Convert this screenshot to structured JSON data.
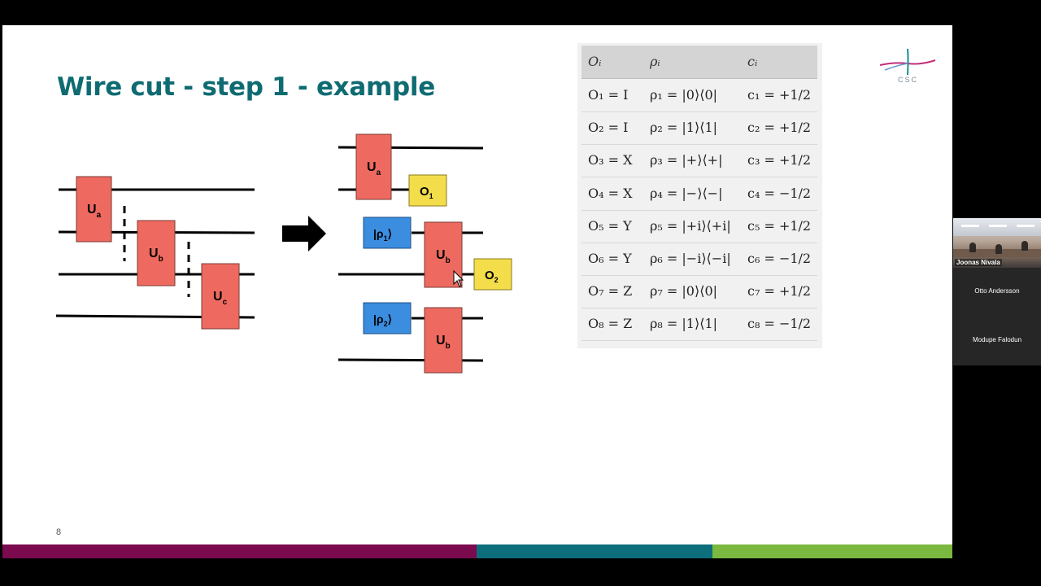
{
  "slide": {
    "title": "Wire cut - step 1 - example",
    "page_number": "8",
    "bottom_bar_colors": [
      "#7b0a4f",
      "#0d6e7c",
      "#7ab840"
    ]
  },
  "logo": {
    "text": "CSC"
  },
  "circuit": {
    "left": {
      "gate_a": {
        "main": "U",
        "sub": "a"
      },
      "gate_b": {
        "main": "U",
        "sub": "b"
      },
      "gate_c": {
        "main": "U",
        "sub": "c"
      }
    },
    "right": {
      "gate_a": {
        "main": "U",
        "sub": "a"
      },
      "obs_1": {
        "main": "O",
        "sub": "1"
      },
      "rho_1": {
        "pre": "|ρ",
        "sub": "1",
        "post": "⟩"
      },
      "gate_b1": {
        "main": "U",
        "sub": "b"
      },
      "obs_2": {
        "main": "O",
        "sub": "2"
      },
      "rho_2": {
        "pre": "|ρ",
        "sub": "2",
        "post": "⟩"
      },
      "gate_b2": {
        "main": "U",
        "sub": "b"
      }
    },
    "colors": {
      "gate": "#ee6a60",
      "state": "#3b8de0",
      "observable": "#f3dd4a"
    }
  },
  "table": {
    "headers": [
      "Oᵢ",
      "ρᵢ",
      "cᵢ"
    ],
    "rows": [
      [
        "O₁ = I",
        "ρ₁ = |0⟩⟨0|",
        "c₁ = +1/2"
      ],
      [
        "O₂ = I",
        "ρ₂ = |1⟩⟨1|",
        "c₂ = +1/2"
      ],
      [
        "O₃ = X",
        "ρ₃ = |+⟩⟨+|",
        "c₃ = +1/2"
      ],
      [
        "O₄ = X",
        "ρ₄ = |−⟩⟨−|",
        "c₄ = −1/2"
      ],
      [
        "O₅ = Y",
        "ρ₅ = |+i⟩⟨+i|",
        "c₅ = +1/2"
      ],
      [
        "O₆ = Y",
        "ρ₆ = |−i⟩⟨−i|",
        "c₆ = −1/2"
      ],
      [
        "O₇ = Z",
        "ρ₇ = |0⟩⟨0|",
        "c₇ = +1/2"
      ],
      [
        "O₈ = Z",
        "ρ₈ = |1⟩⟨1|",
        "c₈ = −1/2"
      ]
    ]
  },
  "participants": {
    "camera_name": "Joonas Nivala",
    "others": [
      "Otto Andersson",
      "Modupe Falodun"
    ]
  }
}
